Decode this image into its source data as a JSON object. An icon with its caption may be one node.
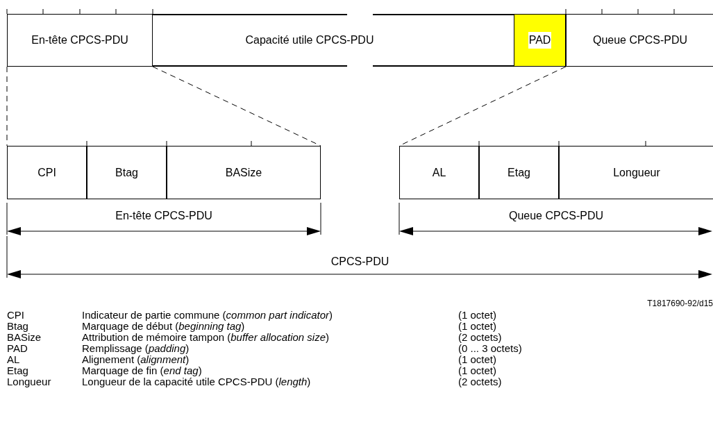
{
  "diagram": {
    "nodes": [
      {
        "text": [
          "En-tête CPCS-PDU"
        ]
      },
      {
        "text": [
          "Capacité utile CPCS-PDU"
        ]
      },
      {
        "text": [
          "PAD"
        ]
      },
      {
        "text": [
          "Queue CPCS-PDU"
        ]
      },
      {
        "text": [
          "CPI"
        ]
      },
      {
        "text": [
          "Btag"
        ]
      },
      {
        "text": [
          "BASize"
        ]
      },
      {
        "text": [
          "AL"
        ]
      },
      {
        "text": [
          "Etag"
        ]
      },
      {
        "text": [
          "Longueur"
        ]
      }
    ],
    "edges": [
      {
        "from": 0,
        "to": 4,
        "arrow": "none",
        "style": "dashed"
      },
      {
        "from": 0,
        "to": 6,
        "arrow": "none",
        "style": "dashed"
      },
      {
        "from": 3,
        "to": 7,
        "arrow": "none",
        "style": "dashed"
      }
    ],
    "labels": [
      "En-tête CPCS-PDU",
      "Queue CPCS-PDU",
      "CPCS-PDU",
      "T1817690-92/d15",
      "CPI",
      "Indicateur de partie commune (*common part indicator*)",
      "(1 octet)",
      "Btag",
      "Marquage de début (*beginning tag*)",
      "(1 octet)",
      "BASize",
      "Attribution de mémoire tampon (*buffer allocation size*)",
      "(2 octets)",
      "PAD",
      "Remplissage (*padding*)",
      "(0 ... 3 octets)",
      "AL",
      "Alignement (*alignment*)",
      "(1 octet)",
      "Etag",
      "Marquage de fin (*end tag*)",
      "(1 octet)",
      "Longueur",
      "Longueur de la capacité utile CPCS-PDU (*length*)",
      "(2 octets)"
    ]
  }
}
